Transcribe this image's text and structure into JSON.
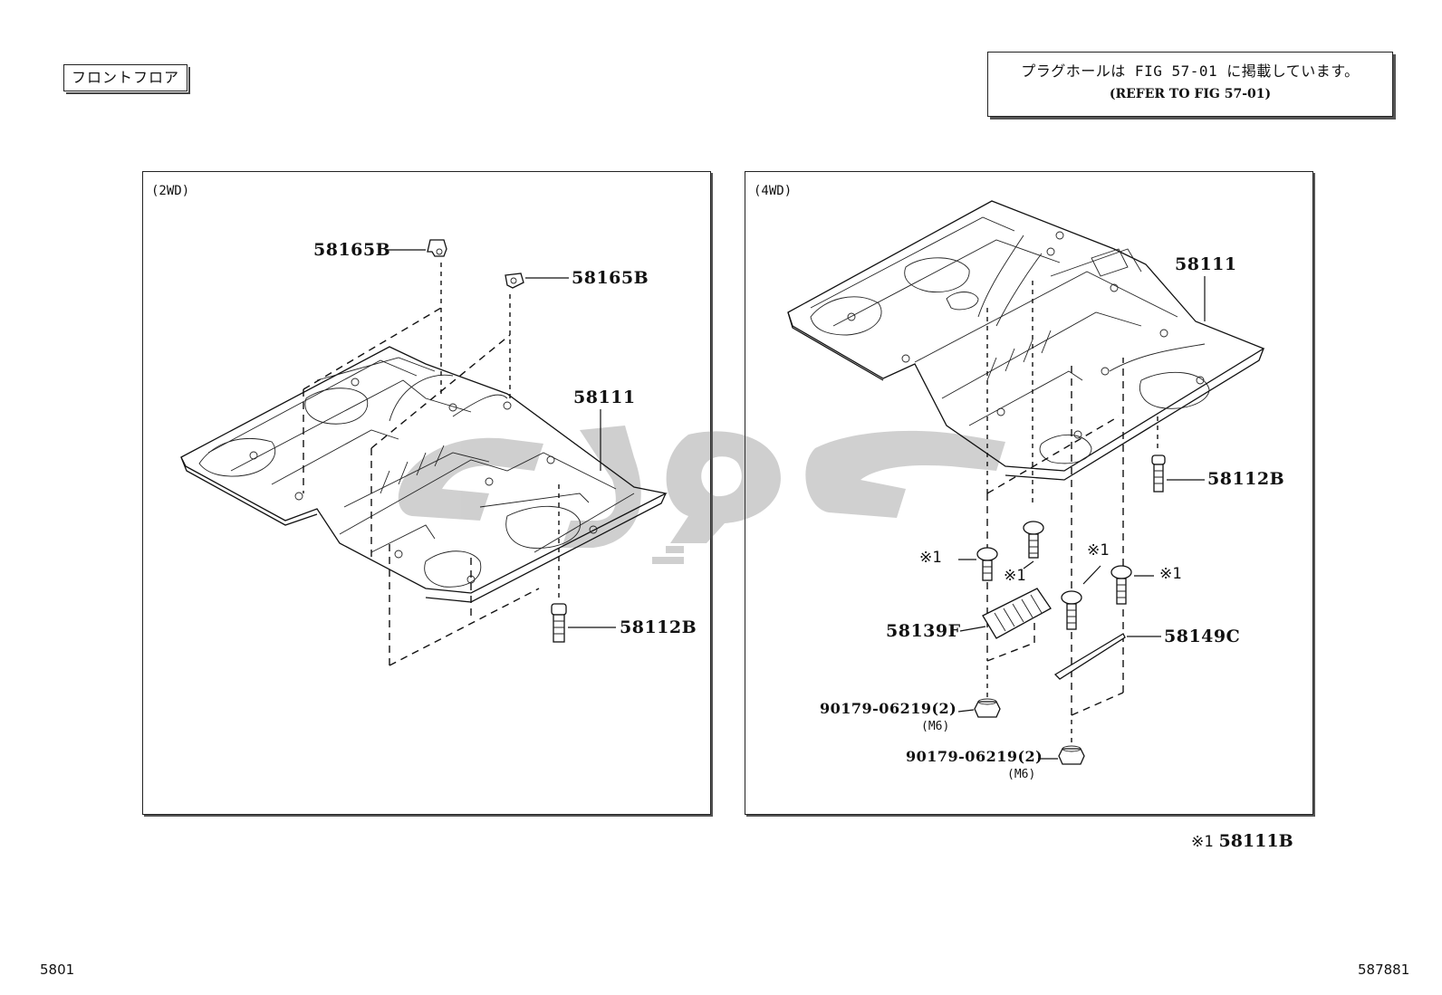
{
  "header": {
    "title": "フロントフロア",
    "reference_jp": "プラグホールは FIG 57-01 に掲載しています。",
    "reference_en": "(REFER TO FIG 57-01)"
  },
  "panels": {
    "left": {
      "tag": "(2WD)",
      "parts": {
        "bracket_a": "58165B",
        "bracket_b": "58165B",
        "floor_pan": "58111",
        "plug": "58112B"
      }
    },
    "right": {
      "tag": "(4WD)",
      "parts": {
        "floor_pan": "58111",
        "plug": "58112B",
        "cover": "58139F",
        "brace": "58149C",
        "nut_upper": "90179-06219(2)",
        "nut_upper_size": "(M6)",
        "nut_lower": "90179-06219(2)",
        "nut_lower_size": "(M6)",
        "mark": "※1"
      }
    }
  },
  "footnote": {
    "mark": "※1",
    "part": "58111B"
  },
  "footer": {
    "page_left": "5801",
    "page_right": "587881"
  }
}
